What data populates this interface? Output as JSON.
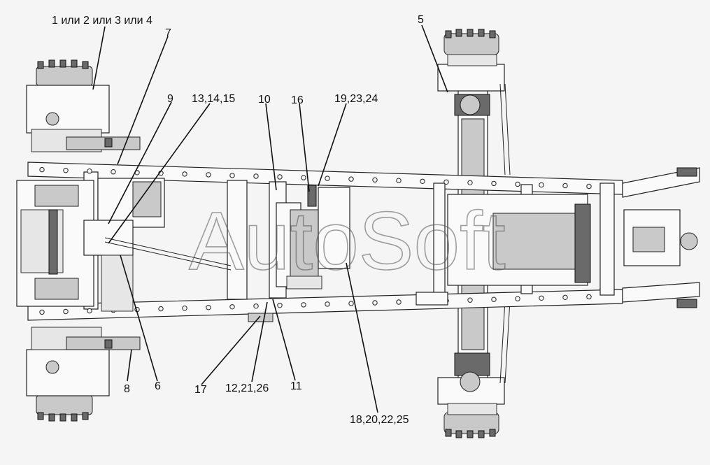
{
  "watermark": "AutoSoft",
  "callouts": [
    {
      "id": "c1",
      "text": "1 или 2 или 3 или 4"
    },
    {
      "id": "c5",
      "text": "5"
    },
    {
      "id": "c7",
      "text": "7"
    },
    {
      "id": "c9",
      "text": "9"
    },
    {
      "id": "c13",
      "text": "13,14,15"
    },
    {
      "id": "c10",
      "text": "10"
    },
    {
      "id": "c16",
      "text": "16"
    },
    {
      "id": "c19",
      "text": "19,23,24"
    },
    {
      "id": "c8",
      "text": "8"
    },
    {
      "id": "c6",
      "text": "6"
    },
    {
      "id": "c17",
      "text": "17"
    },
    {
      "id": "c12",
      "text": "12,21,26"
    },
    {
      "id": "c11",
      "text": "11"
    },
    {
      "id": "c18",
      "text": "18,20,22,25"
    }
  ]
}
